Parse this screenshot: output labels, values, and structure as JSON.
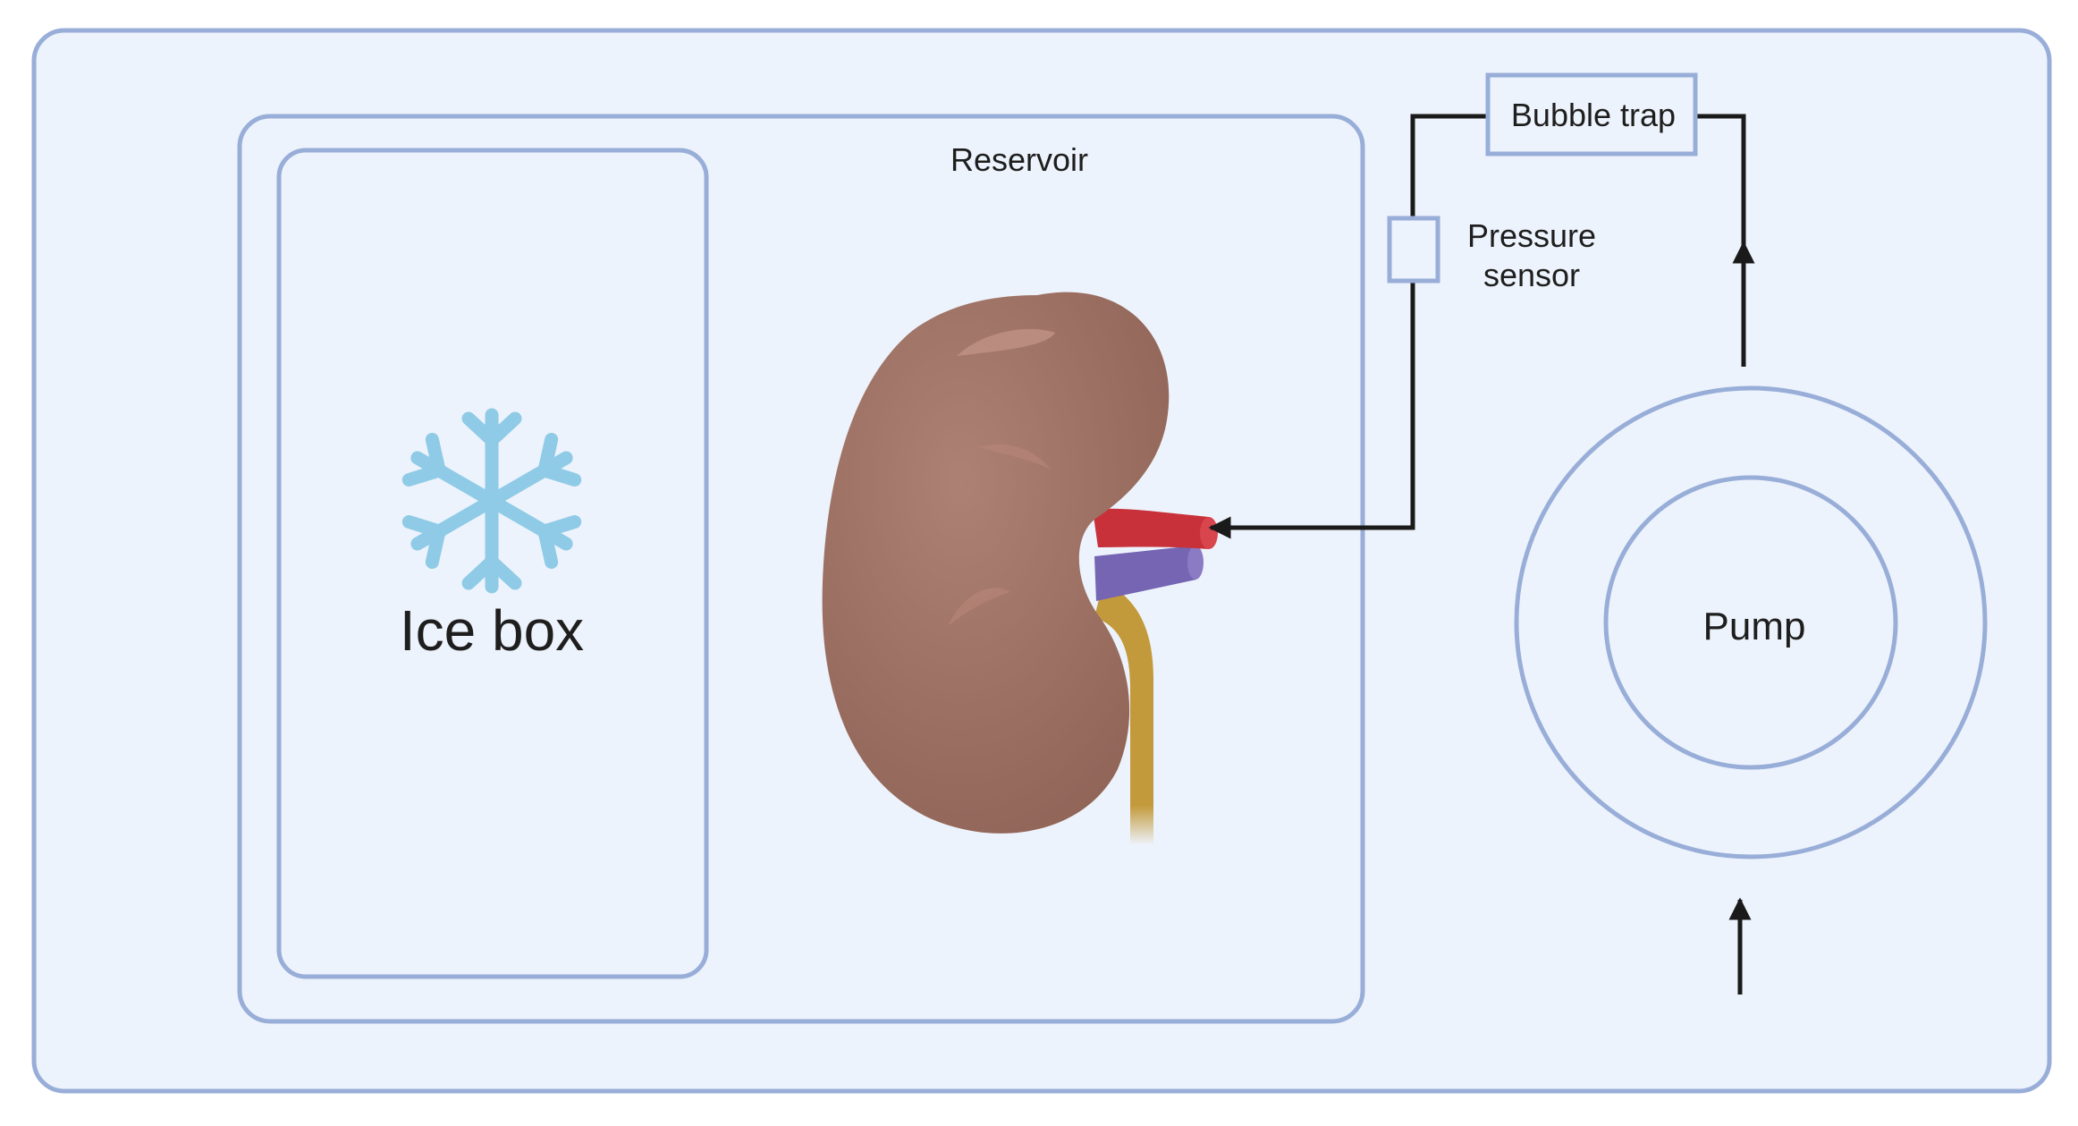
{
  "diagram": {
    "reservoir_label": "Reservoir",
    "icebox_label": "Ice box",
    "bubble_trap_label": "Bubble trap",
    "pressure_sensor_label_line1": "Pressure",
    "pressure_sensor_label_line2": "sensor",
    "pump_label": "Pump"
  },
  "icons": {
    "snowflake": "snowflake-icon",
    "kidney": "kidney-illustration"
  },
  "colors": {
    "panel_fill": "#edf3fc",
    "panel_stroke": "#98aed8",
    "line": "#1a1a1a",
    "snowflake": "#8fcbe6",
    "kidney": "#a4776a",
    "artery": "#c8313a",
    "vein": "#7565b3",
    "ureter": "#c39a3b"
  }
}
